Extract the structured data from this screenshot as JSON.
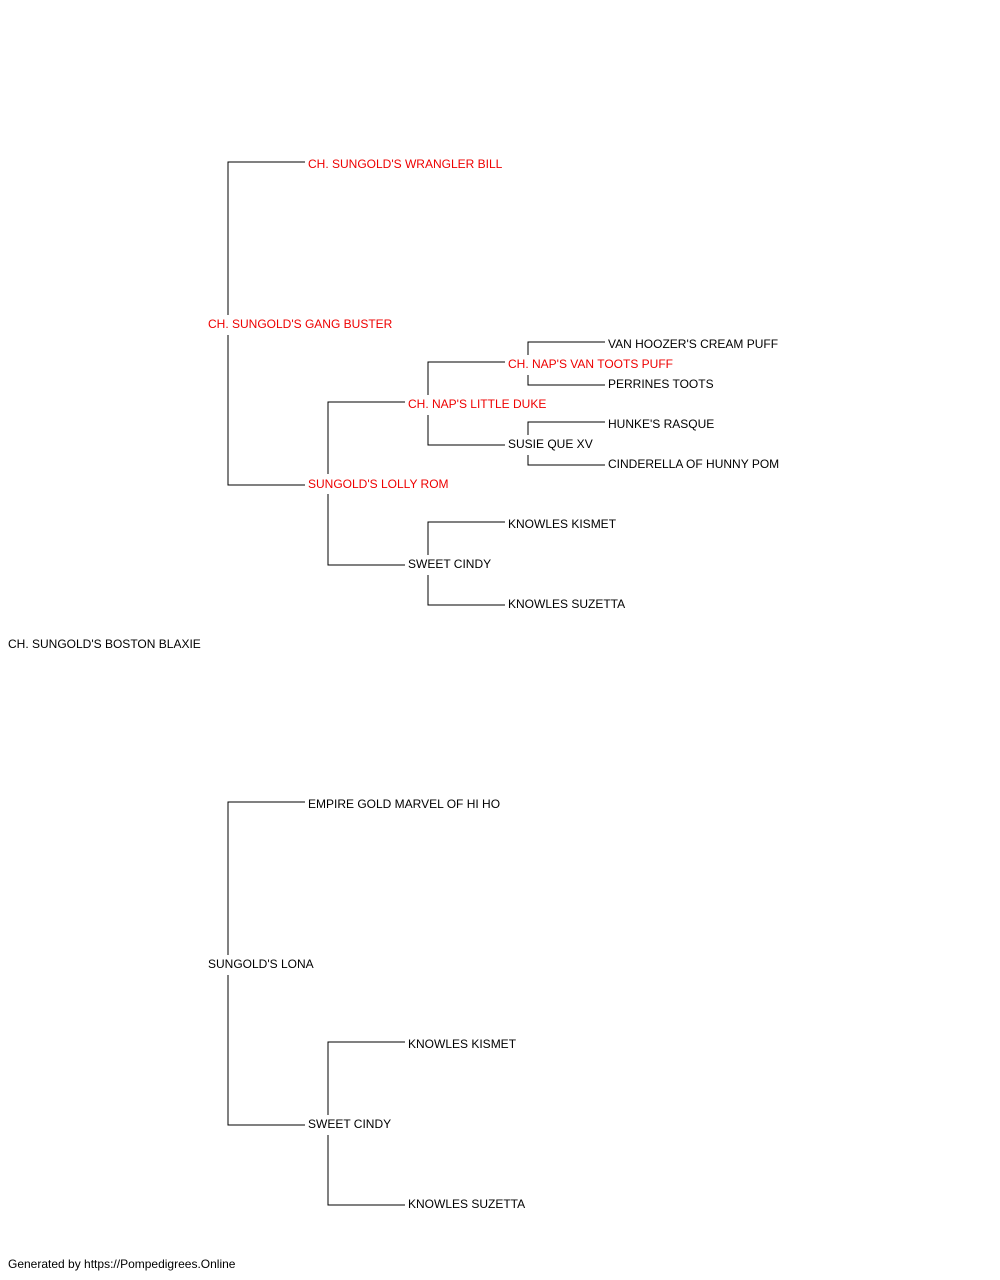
{
  "pedigree": {
    "subject": {
      "name": "CH. SUNGOLD'S BOSTON BLAXIE",
      "champion": false
    },
    "sire": {
      "name": "CH. SUNGOLD'S GANG BUSTER",
      "champion": true,
      "sire": {
        "name": "CH. SUNGOLD'S WRANGLER BILL",
        "champion": true
      },
      "dam": {
        "name": "SUNGOLD'S LOLLY ROM",
        "champion": true,
        "sire": {
          "name": "CH. NAP'S LITTLE DUKE",
          "champion": true,
          "sire": {
            "name": "CH. NAP'S VAN TOOTS PUFF",
            "champion": true,
            "sire": {
              "name": "VAN HOOZER'S CREAM PUFF",
              "champion": false
            },
            "dam": {
              "name": "PERRINES TOOTS",
              "champion": false
            }
          },
          "dam": {
            "name": "SUSIE QUE XV",
            "champion": false,
            "sire": {
              "name": "HUNKE'S RASQUE",
              "champion": false
            },
            "dam": {
              "name": "CINDERELLA OF HUNNY POM",
              "champion": false
            }
          }
        },
        "dam": {
          "name": "SWEET CINDY",
          "champion": false,
          "sire": {
            "name": "KNOWLES KISMET",
            "champion": false
          },
          "dam": {
            "name": "KNOWLES SUZETTA",
            "champion": false
          }
        }
      }
    },
    "dam": {
      "name": "SUNGOLD'S LONA",
      "champion": false,
      "sire": {
        "name": "EMPIRE GOLD MARVEL OF HI HO",
        "champion": false
      },
      "dam": {
        "name": "SWEET CINDY",
        "champion": false,
        "sire": {
          "name": "KNOWLES KISMET",
          "champion": false
        },
        "dam": {
          "name": "KNOWLES SUZETTA",
          "champion": false
        }
      }
    }
  },
  "footer": "Generated by https://Pompedigrees.Online",
  "colors": {
    "champion": "#ee0000",
    "normal": "#000000",
    "line": "#000000"
  }
}
